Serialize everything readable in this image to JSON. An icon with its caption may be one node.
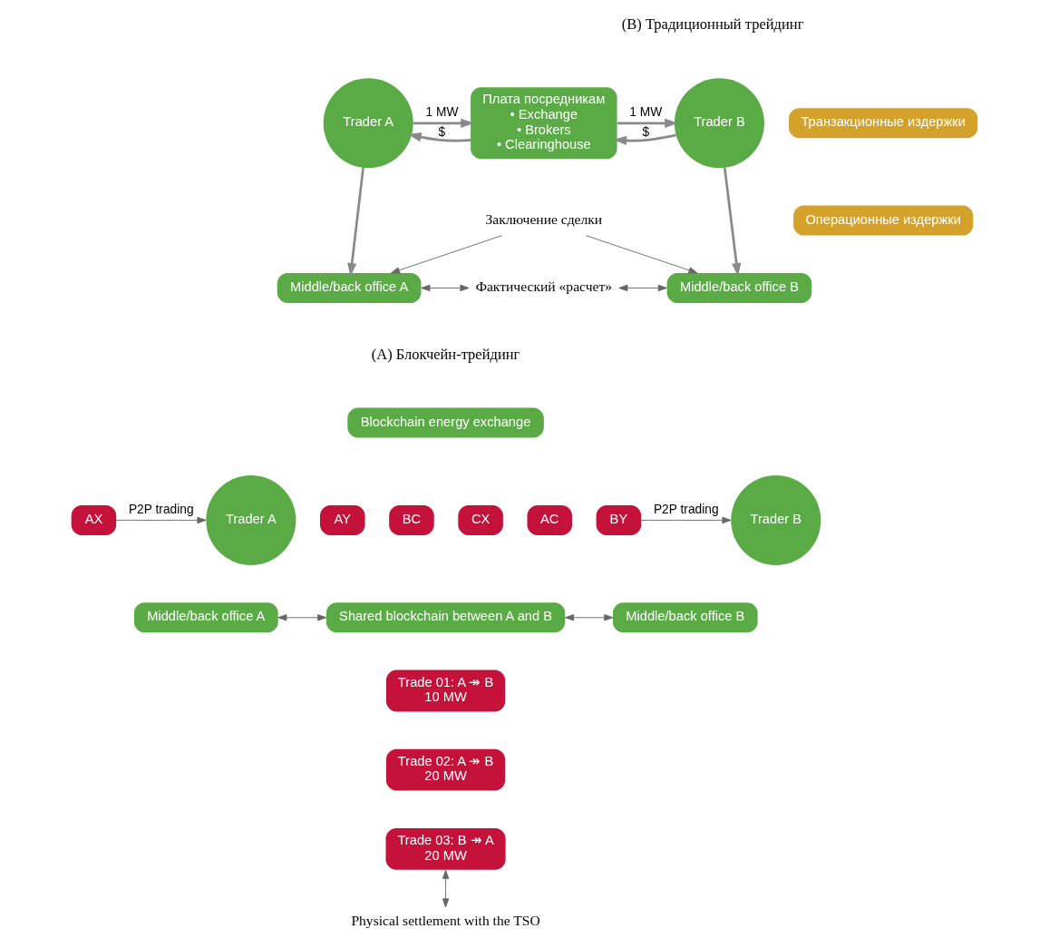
{
  "diagram": {
    "nodes": [
      {
        "text": [
          "Trader A"
        ]
      },
      {
        "text": [
          "Плата посредникам",
          "• Exchange",
          "• Brokers",
          "• Clearinghouse"
        ]
      },
      {
        "text": [
          "Trader B"
        ]
      },
      {
        "text": [
          "Middle/back office A"
        ]
      },
      {
        "text": [
          "Заключение сделки"
        ]
      },
      {
        "text": [
          "Фактический «расчет»"
        ]
      },
      {
        "text": [
          "Middle/back office B"
        ]
      },
      {
        "text": [
          "Транзакционные издержки"
        ]
      },
      {
        "text": [
          "Операционные издержки"
        ]
      },
      {
        "text": [
          "Trader A"
        ]
      },
      {
        "text": [
          "Blockchain energy exchange"
        ]
      },
      {
        "text": [
          "AX"
        ]
      },
      {
        "text": [
          "AY"
        ]
      },
      {
        "text": [
          "BC"
        ]
      },
      {
        "text": [
          "CX"
        ]
      },
      {
        "text": [
          "AC"
        ]
      },
      {
        "text": [
          "BY"
        ]
      },
      {
        "text": [
          "Trader B"
        ]
      },
      {
        "text": [
          "Middle/back office A"
        ]
      },
      {
        "text": [
          "Shared blockchain between A and B"
        ]
      },
      {
        "text": [
          "Trade 01: A ↠ B",
          "10 MW"
        ]
      },
      {
        "text": [
          "Trade 02: A ↠ B",
          "20 MW"
        ]
      },
      {
        "text": [
          "Trade 03: B ↠ A",
          "20 MW"
        ]
      },
      {
        "text": [
          "Middle/back office B"
        ]
      },
      {
        "text": [
          "Physical settlement with the TSO"
        ]
      }
    ],
    "edges": [
      {
        "from": 0,
        "to": 1,
        "arrow": "to",
        "label": "1 MW",
        "style": "thick"
      },
      {
        "from": 1,
        "to": 0,
        "arrow": "to",
        "label": "$",
        "style": "thick"
      },
      {
        "from": 1,
        "to": 2,
        "arrow": "to",
        "label": "1 MW",
        "style": "thick"
      },
      {
        "from": 2,
        "to": 1,
        "arrow": "to",
        "label": "$",
        "style": "thick"
      },
      {
        "from": 0,
        "to": 3,
        "arrow": "to",
        "style": "thick"
      },
      {
        "from": 2,
        "to": 6,
        "arrow": "to",
        "style": "thick"
      },
      {
        "from": 4,
        "to": 3,
        "arrow": "to"
      },
      {
        "from": 4,
        "to": 6,
        "arrow": "to"
      },
      {
        "from": 3,
        "to": 5,
        "arrow": "both"
      },
      {
        "from": 6,
        "to": 5,
        "arrow": "both"
      },
      {
        "from": 11,
        "to": 9,
        "arrow": "to",
        "label": "P2P trading"
      },
      {
        "from": 16,
        "to": 17,
        "arrow": "to",
        "label": "P2P trading"
      },
      {
        "from": 18,
        "to": 19,
        "arrow": "both"
      },
      {
        "from": 19,
        "to": 23,
        "arrow": "both"
      },
      {
        "from": 22,
        "to": 24,
        "arrow": "both"
      }
    ],
    "labels": [
      "(B) Традиционный трейдинг",
      "(A) Блокчейн-трейдинг"
    ]
  }
}
